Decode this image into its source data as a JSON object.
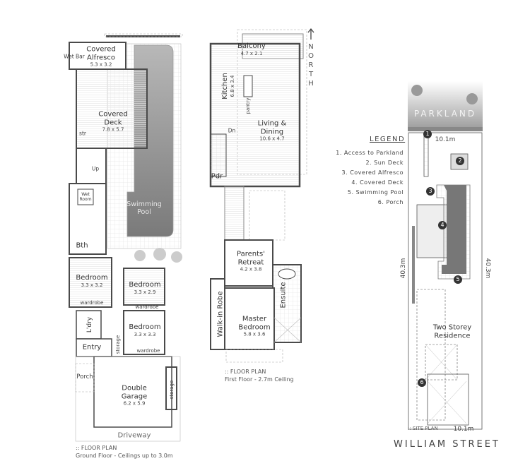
{
  "ground_floor": {
    "rooms": [
      {
        "name": "Wet Bar",
        "dims": ""
      },
      {
        "name": "Covered Alfresco",
        "dims": "5.3 x 3.2"
      },
      {
        "name": "Covered Deck",
        "dims": "7.8 x 5.7"
      },
      {
        "name": "str",
        "dims": ""
      },
      {
        "name": "Up",
        "dims": ""
      },
      {
        "name": "Wet Room",
        "dims": ""
      },
      {
        "name": "Swimming Pool",
        "dims": ""
      },
      {
        "name": "Bth",
        "dims": ""
      },
      {
        "name": "Bedroom",
        "dims": "3.3 x 3.2"
      },
      {
        "name": "Bedroom",
        "dims": "3.3 x 2.9"
      },
      {
        "name": "Bedroom",
        "dims": "3.3 x 3.3"
      },
      {
        "name": "L'dry",
        "dims": ""
      },
      {
        "name": "Entry",
        "dims": ""
      },
      {
        "name": "Porch",
        "dims": ""
      },
      {
        "name": "Double Garage",
        "dims": "6.2 x 5.9"
      },
      {
        "name": "Driveway",
        "dims": ""
      }
    ],
    "labels": {
      "wardrobe": "wardrobe",
      "storage": "storage"
    },
    "caption_title": ":: FLOOR PLAN",
    "caption_sub": "Ground Floor - Ceilings up to 3.0m"
  },
  "first_floor": {
    "rooms": [
      {
        "name": "Balcony",
        "dims": "4.7 x 2.1"
      },
      {
        "name": "Kitchen",
        "dims": "6.8 x 3.4"
      },
      {
        "name": "pantry",
        "dims": ""
      },
      {
        "name": "Living & Dining",
        "dims": "10.6 x 4.7"
      },
      {
        "name": "Dn",
        "dims": ""
      },
      {
        "name": "Pdr",
        "dims": ""
      },
      {
        "name": "Parents' Retreat",
        "dims": "4.2 x 3.8"
      },
      {
        "name": "Ensuite",
        "dims": ""
      },
      {
        "name": "Walk-in Robe",
        "dims": ""
      },
      {
        "name": "Master Bedroom",
        "dims": "5.8 x 3.6"
      }
    ],
    "caption_title": ":: FLOOR PLAN",
    "caption_sub": "First Floor - 2.7m Ceiling",
    "north_label": "NORTH"
  },
  "site_plan": {
    "parkland": "PARKLAND",
    "legend_title": "LEGEND",
    "legend": [
      "1. Access to Parkland",
      "2. Sun Deck",
      "3. Covered Alfresco",
      "4. Covered Deck",
      "5. Swimming Pool",
      "6. Porch"
    ],
    "markers": [
      "1",
      "2",
      "3",
      "4",
      "5",
      "6"
    ],
    "width_top": "10.1m",
    "width_bottom": "10.1m",
    "depth_left": "40.3m",
    "depth_right": "40.3m",
    "residence": "Two Storey Residence",
    "caption": ":: SITE PLAN",
    "street": "WILLIAM STREET"
  },
  "colors": {
    "wall": "#4a4a4a",
    "pool": "#8c8c8c",
    "deck": "#f2f2f2",
    "marker": "#333333"
  }
}
